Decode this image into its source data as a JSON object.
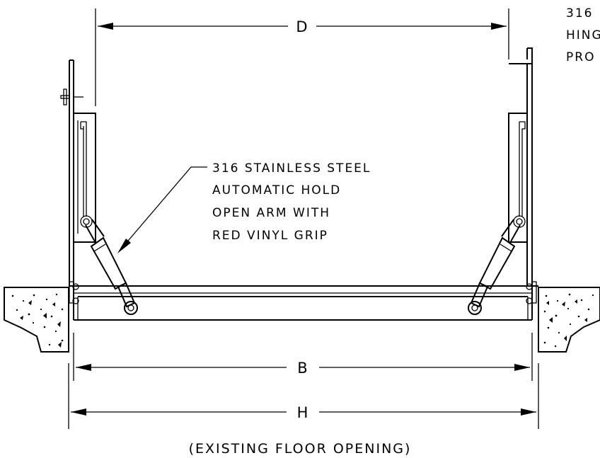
{
  "dimensions": {
    "d_label": "D",
    "b_label": "B",
    "h_label": "H"
  },
  "callouts": {
    "arm_note": [
      "316 STAINLESS STEEL",
      "AUTOMATIC HOLD",
      "OPEN ARM WITH",
      "RED VINYL GRIP"
    ],
    "hinge_note": [
      "316",
      "HING",
      "PRO"
    ]
  },
  "caption": "(EXISTING FLOOR OPENING)"
}
